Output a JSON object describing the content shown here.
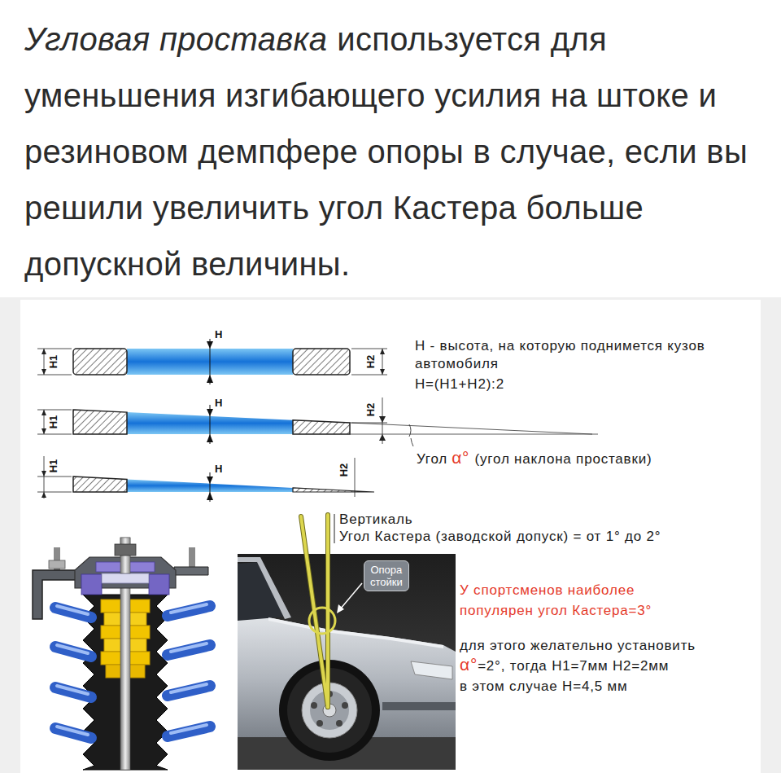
{
  "diagram": {
    "nodes": [
      {
        "text": [
          "Опора стойки"
        ]
      }
    ],
    "labels": [
      "Угловая проставка",
      "используется для уменьшения изгибающего усилия на штоке и резиновом демпфере опоры в случае, если вы решили увеличить угол Кастера больше допускной величины.",
      "H",
      "H1",
      "H2",
      "H - высота, на которую поднимется кузов автомобиля",
      "H=(H1+H2):2",
      "H",
      "H1",
      "H2",
      "Угол",
      "α°",
      "(угол наклона проставки)",
      "H1",
      "H",
      "H2",
      "Вертикаль",
      "Угол Кастера (заводской допуск) = от 1° до 2°",
      "У спортсменов наиболее популярен угол Кастера=3°",
      "для этого желательно установить",
      "α°",
      "=2°, тогда H1=7мм H2=2мм",
      "в этом случае H=4,5 мм"
    ]
  }
}
